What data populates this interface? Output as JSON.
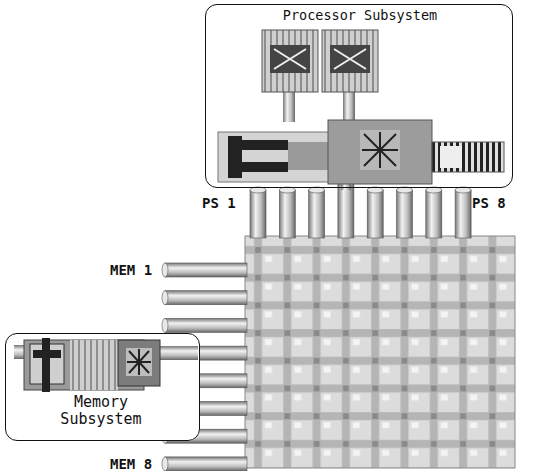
{
  "diagram": {
    "nodes": [
      {
        "text": [
          "Processor Subsystem"
        ]
      },
      {
        "text": [
          "Memory Subsystem"
        ]
      }
    ],
    "labels": [
      "PS 1",
      "PS 8",
      "MEM 1",
      "MEM 8"
    ]
  }
}
